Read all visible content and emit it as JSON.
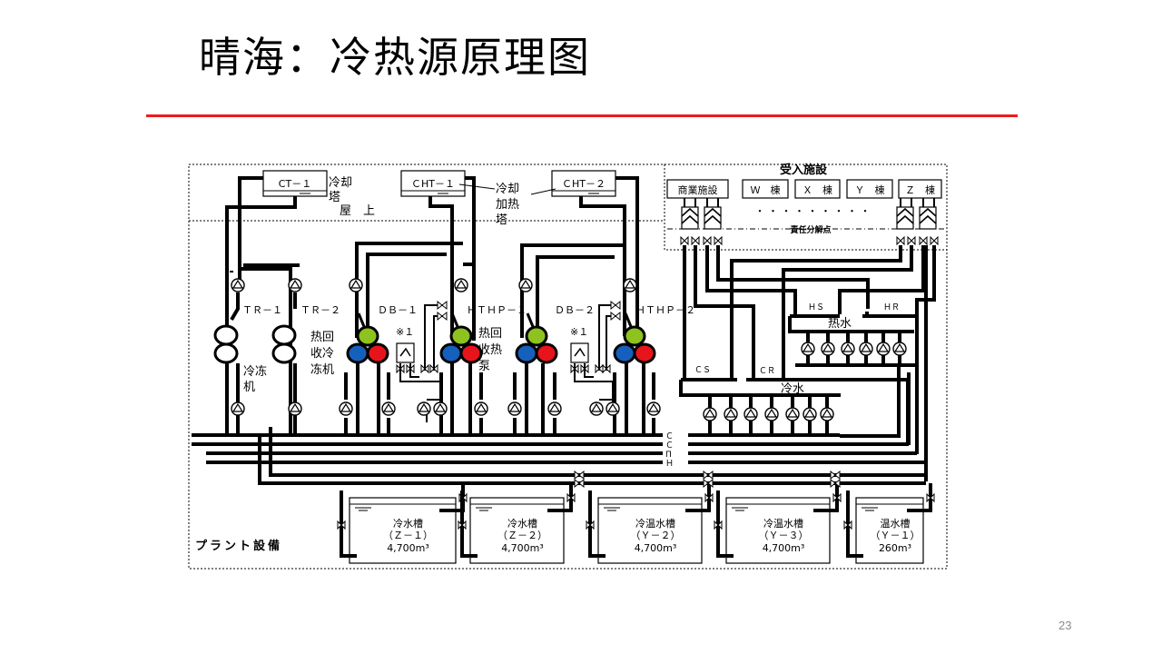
{
  "slide": {
    "title": "晴海：冷热源原理图",
    "page_number": "23",
    "accent_color": "#ee1c1c"
  },
  "diagram": {
    "roof_label": "屋　上",
    "plant_label": "プラント設備",
    "towers": [
      {
        "id": "CT-1",
        "label": "CT－１"
      },
      {
        "id": "CHT-1",
        "label": "ＣHT－１"
      },
      {
        "id": "CHT-2",
        "label": "ＣHT－２"
      }
    ],
    "tower_notes": {
      "cooling_tower": [
        "冷却",
        "塔"
      ],
      "cooling_heating_tower": [
        "冷却",
        "加热",
        "塔"
      ]
    },
    "machines": [
      {
        "id": "TR-1",
        "label": "ＴＲ－１"
      },
      {
        "id": "TR-2",
        "label": "ＴＲ－２"
      },
      {
        "id": "DB-1",
        "label": "ＤＢ－１"
      },
      {
        "id": "HTHP-1",
        "label": "ＨＴＨＰ－１"
      },
      {
        "id": "DB-2",
        "label": "ＤＢ－２"
      },
      {
        "id": "HTHP-2",
        "label": "ＨＴＨＰ－２"
      }
    ],
    "machine_notes": {
      "chiller": [
        "冷冻",
        "机"
      ],
      "heat_recovery_chiller": [
        "热回",
        "收冷",
        "冻机"
      ],
      "heat_recovery_heat_pump": [
        "热回",
        "收热",
        "泵"
      ],
      "note_mark": "※１"
    },
    "unit_colors": {
      "top": "#8dc21f",
      "left": "#1560bd",
      "right": "#e8141b"
    },
    "header_labels": {
      "hot_water": "热水",
      "cold_water": "冷水",
      "hs": "ＨＳ",
      "hr": "ＨＲ",
      "cs": "ＣＳ",
      "cr": "ＣＲ"
    },
    "bus_labels": [
      "Ｃ",
      "Ｃ",
      "П",
      "Ｈ"
    ],
    "receiving": {
      "title": "受入施設",
      "buildings": [
        "商業施設",
        "Ｗ　棟",
        "Ｘ　棟",
        "Ｙ　棟",
        "Ｚ　棟"
      ],
      "ellipsis": "・ ・ ・ ・ ・ ・ ・ ・ ・",
      "boundary_label": "責任分解点"
    },
    "tanks": [
      {
        "name": "冷水槽",
        "code": "（Ｚ－１）",
        "volume": "4,700m³"
      },
      {
        "name": "冷水槽",
        "code": "（Ｚ－２）",
        "volume": "4,700m³"
      },
      {
        "name": "冷温水槽",
        "code": "（Ｙ－２）",
        "volume": "4,700m³"
      },
      {
        "name": "冷温水槽",
        "code": "（Ｙ－３）",
        "volume": "4,700m³"
      },
      {
        "name": "温水槽",
        "code": "（Ｙ－１）",
        "volume": "260m³"
      }
    ]
  }
}
